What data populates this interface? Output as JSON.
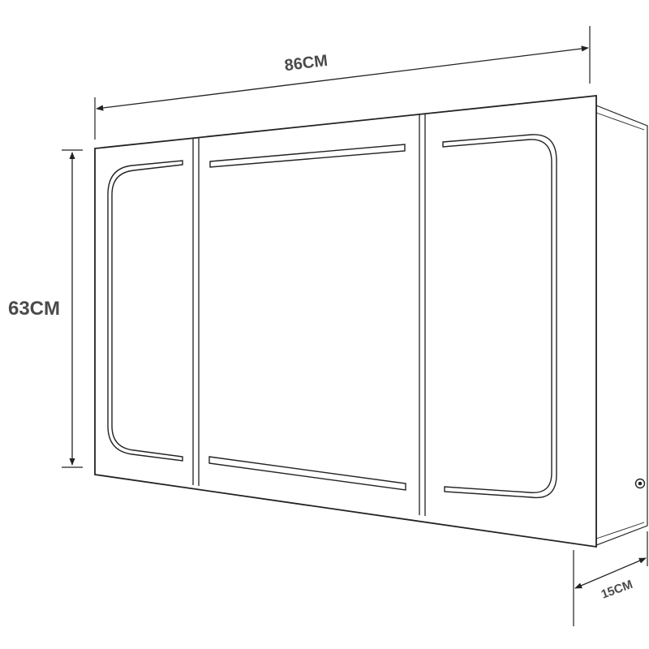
{
  "dimensions": {
    "width_label": "86CM",
    "height_label": "63CM",
    "depth_label": "15CM"
  },
  "colors": {
    "line": "#222222",
    "text": "#4a4a4a",
    "background": "#ffffff"
  },
  "icons": {
    "switch": "power-switch-icon"
  }
}
